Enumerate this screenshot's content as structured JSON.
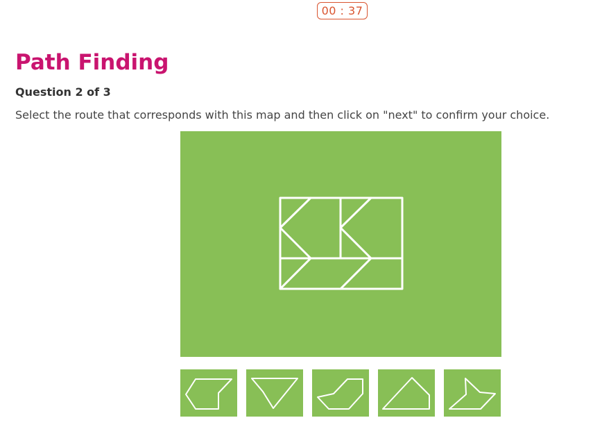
{
  "timer": {
    "text": "00 : 37"
  },
  "header": {
    "title": "Path Finding",
    "question_number": "Question 2 of 3",
    "instructions": "Select the route that corresponds with this map and then click on \"next\" to confirm your choice."
  },
  "colors": {
    "accent": "#c9146f",
    "timer": "#d9542f",
    "map_background": "#88bf56",
    "lines": "#ffffff"
  },
  "options": [
    {
      "name": "route-option-1",
      "shape": "pentagon-left-notch-icon"
    },
    {
      "name": "route-option-2",
      "shape": "funnel-triangle-icon"
    },
    {
      "name": "route-option-3",
      "shape": "boot-parallelogram-icon"
    },
    {
      "name": "route-option-4",
      "shape": "house-pentagon-icon"
    },
    {
      "name": "route-option-5",
      "shape": "arrow-chevron-icon"
    }
  ]
}
